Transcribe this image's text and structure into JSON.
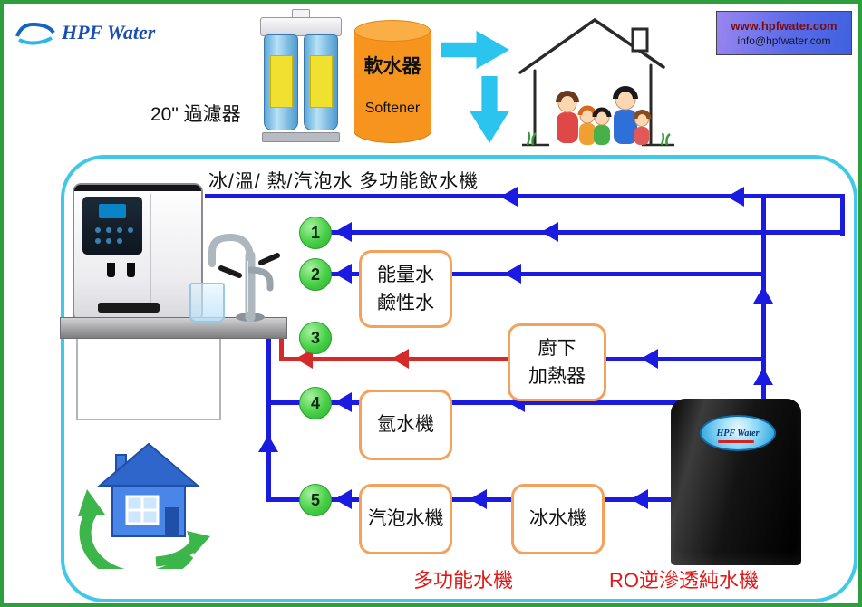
{
  "colors": {
    "outer_border_green": "#2e9e3e",
    "panel_border_cyan": "#3fc9e6",
    "pipe_blue": "#1a1ae0",
    "pipe_red": "#d42a2a",
    "step_circle_green": "#46cf46",
    "box_border_orange": "#f2a25c",
    "block_arrow_cyan": "#2bc4ee",
    "softener_orange": "#f7941e",
    "caption_red": "#e01818",
    "brand_blue": "#1b4fae"
  },
  "icons": [
    "wave-icon",
    "flow-arrow-right-icon",
    "flow-arrow-down-icon",
    "house-family-illustration",
    "recycle-house-icon",
    "filter-unit-illustration",
    "softener-cylinder",
    "water-dispenser-illustration",
    "faucet-illustration",
    "glass-illustration",
    "ro-machine-illustration"
  ],
  "header": {
    "brand": "HPF Water",
    "filter_label": "20\" 過濾器",
    "softener_name": "軟水器",
    "softener_name_en": "Softener",
    "website": "www.hpfwater.com",
    "email": "info@hpfwater.com"
  },
  "diagram": {
    "title": "冰/溫/ 熱/汽泡水  多功能飲水機",
    "step_numbers": [
      "1",
      "2",
      "3",
      "4",
      "5"
    ],
    "boxes": {
      "energy": [
        "能量水",
        "鹼性水"
      ],
      "heater": [
        "廚下",
        "加熱器"
      ],
      "hydrogen": "氫水機",
      "sparkling": "汽泡水機",
      "ice": "冰水機"
    },
    "ro_badge": "HPF Water",
    "caption_multi": "多功能水機",
    "caption_ro": "RO逆滲透純水機"
  }
}
